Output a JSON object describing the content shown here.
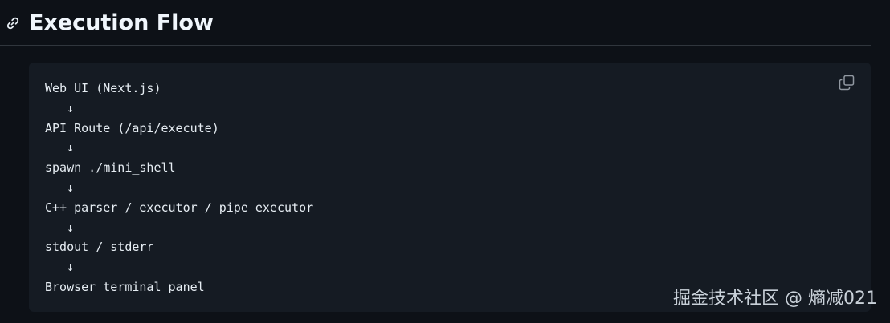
{
  "heading": {
    "title": "Execution Flow",
    "anchor_icon": "link-icon"
  },
  "code_block": {
    "copy_icon": "copy-icon",
    "lines": [
      "Web UI (Next.js)",
      "   ↓",
      "API Route (/api/execute)",
      "   ↓",
      "spawn ./mini_shell",
      "   ↓",
      "C++ parser / executor / pipe executor",
      "   ↓",
      "stdout / stderr",
      "   ↓",
      "Browser terminal panel"
    ]
  },
  "watermark": {
    "text": "掘金技术社区 @ 熵减021"
  },
  "colors": {
    "page_background": "#0d1117",
    "code_background": "#151b23",
    "text": "#e6edf3",
    "icon": "#9198a1",
    "divider": "#30363d"
  }
}
